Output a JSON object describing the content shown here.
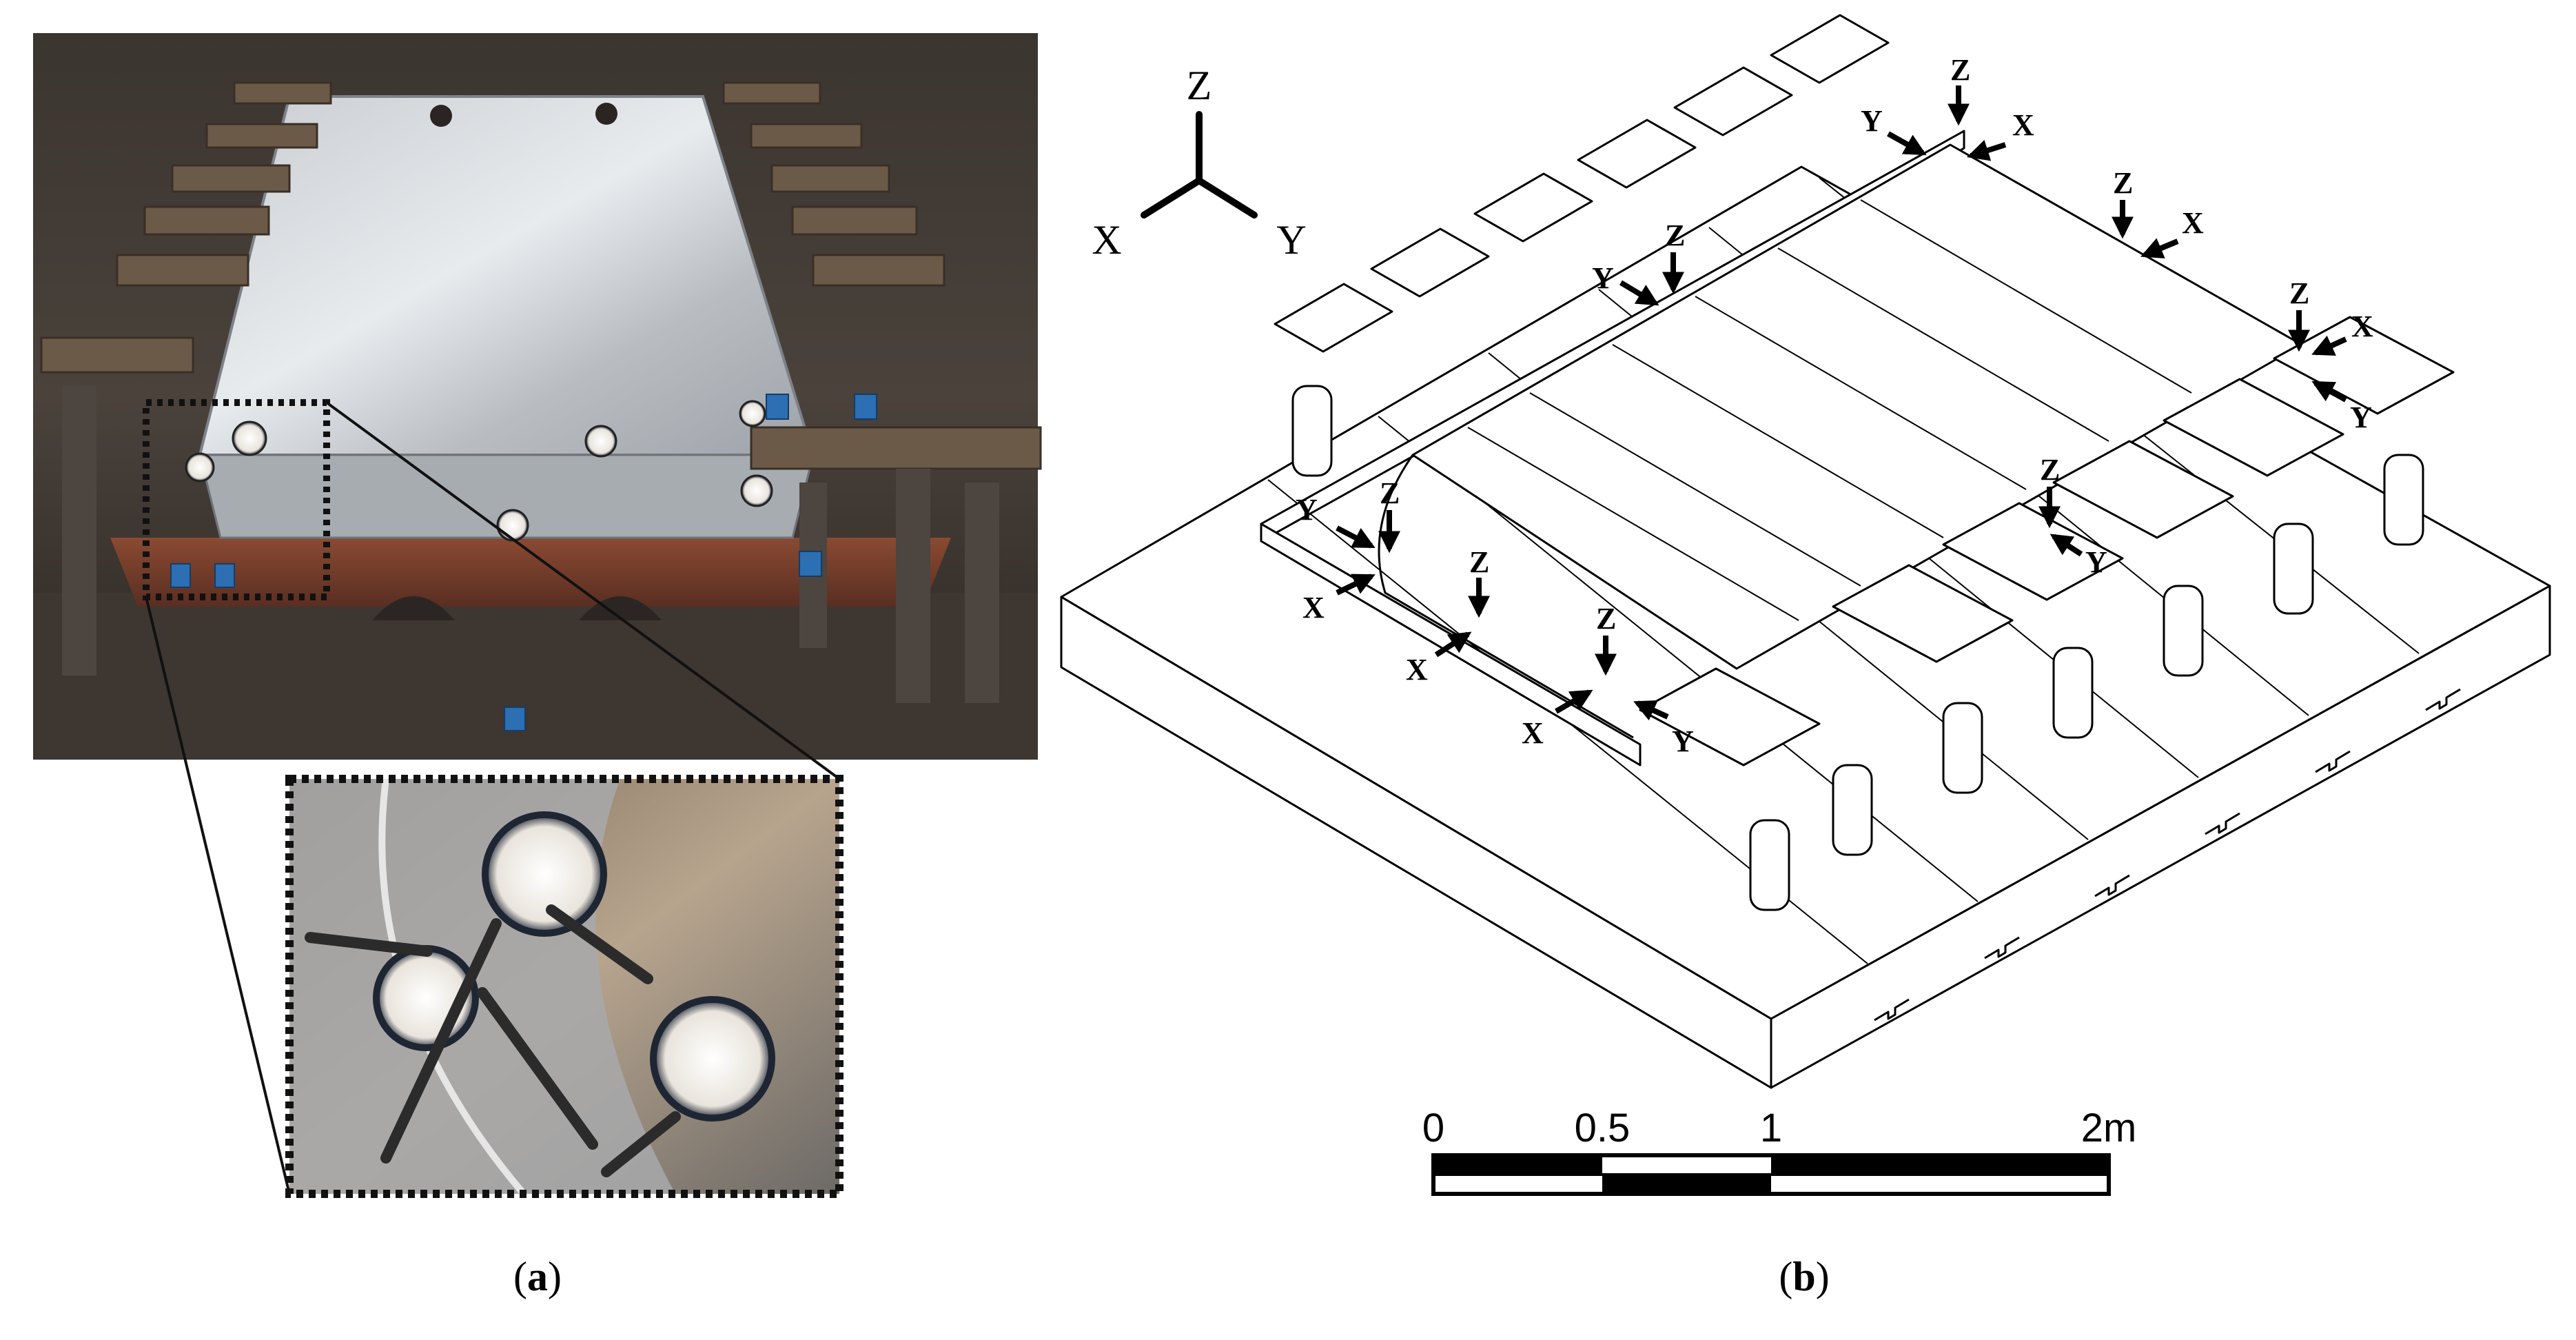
{
  "panel_a": {
    "caption": "(a)",
    "caption_parts": [
      "(",
      "a",
      ")"
    ]
  },
  "panel_b": {
    "caption": "(b)",
    "caption_parts": [
      "(",
      "b",
      ")"
    ],
    "axes_glyph": {
      "z": "Z",
      "x": "X",
      "y": "Y"
    },
    "direction_labels": {
      "z": "Z",
      "x": "X",
      "y": "Y"
    },
    "scale_bar": {
      "ticks": [
        "0",
        "0.5",
        "1",
        "2m"
      ]
    }
  },
  "colors": {
    "ink": "#000000",
    "paper": "#ffffff",
    "dotted_frame": "#111111"
  },
  "icons": [
    "photo-fixture",
    "photo-inset-gauges",
    "isometric-fixture-drawing",
    "axis-triad",
    "scale-bar"
  ]
}
